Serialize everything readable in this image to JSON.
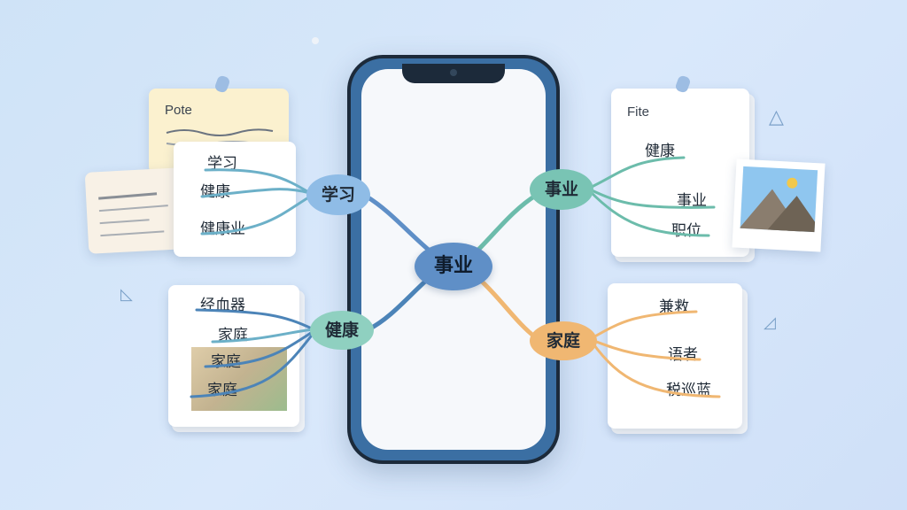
{
  "center": {
    "label": "事业"
  },
  "branches": {
    "study": {
      "label": "学习",
      "leaves": [
        "学习",
        "健康",
        "健康业"
      ]
    },
    "career": {
      "label": "事业",
      "leaves": [
        "健康",
        "事业",
        "职位"
      ],
      "card_title": "Fite"
    },
    "health": {
      "label": "健康",
      "leaves": [
        "经血器",
        "家庭",
        "家庭",
        "家庭"
      ]
    },
    "family": {
      "label": "家庭",
      "leaves": [
        "兼救",
        "语者",
        "税巡蓝"
      ]
    }
  },
  "notes": {
    "left_title": "Pote"
  },
  "colors": {
    "center": "#5f8fc7",
    "study": "#8fbce6",
    "career": "#79c4b4",
    "health": "#8fd0c0",
    "family": "#f0b772"
  },
  "icons": [
    "photo-icon",
    "pin-icon",
    "triangle-icon"
  ]
}
